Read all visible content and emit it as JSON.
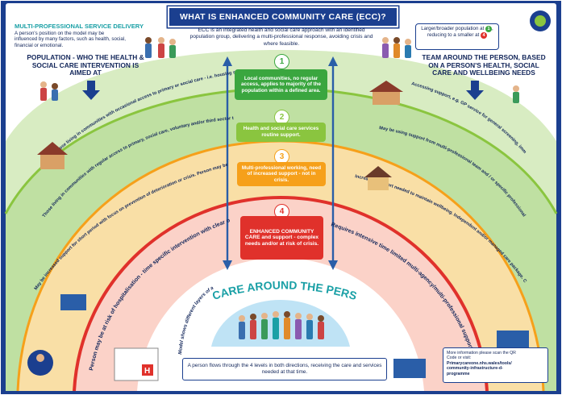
{
  "title": "WHAT IS ENHANCED COMMUNITY CARE (ECC)?",
  "intro": "ECC is an integrated health and social care approach with an identified population group, delivering a multi-professional response, avoiding crisis and where feasible.",
  "left_heading": "MULTI-PROFESSIONAL SERVICE DELIVERY",
  "left_sub": "A person's position on the model may be influenced by many factors, such as health, social, financial or emotional.",
  "population_heading": "POPULATION - WHO THE HEALTH & SOCIAL CARE INTERVENTION IS AIMED AT",
  "team_heading": "TEAM AROUND THE PERSON, BASED ON A PERSON'S HEALTH, SOCIAL CARE AND WELLBEING NEEDS",
  "callout": {
    "pre": "Larger/broader population at",
    "n1": "1",
    "mid": ", reducing to a smaller at",
    "n4": "4"
  },
  "levels": [
    {
      "num": "1",
      "text": "Local communities, no regular access, applies to majority of the population within a defined area."
    },
    {
      "num": "2",
      "text": "Health and social care services routine support."
    },
    {
      "num": "3",
      "text": "Multi-professional working, need of increased support - not in crisis."
    },
    {
      "num": "4",
      "text": "ENHANCED COMMUNITY CARE and support - complex needs and/or at risk of crisis."
    }
  ],
  "band_left": [
    "Those living in communities with occasional access to primary or social care - i.e. housing support, to those with well managed health conditions e.g. asthma.",
    "Those living in communities with regular access to primary, social care, voluntary and/or third sector to help them meet their health, social and well being needs - needs not considered complex.",
    "May be increased support for short period with focus on prevention of deterioration or crisis. Person may be living at home, sheltered housing or residential care.",
    "Person may be at risk of hospitalisation - time specific intervention with clear outcome identified, with focus on what matters to the individual and people important to them."
  ],
  "band_right": [
    "Accessing support, e.g. GP service for general screening, immunisation or community resources for self referral.",
    "May be using support from multi-professional team and / or specific professional services e.g. domiciliary care, mental health and third sector partners.",
    "Increased support needed to maintain wellbeing. Independent and/or managed care package. Continuous review. May require care coordinator/support worker.",
    "Requires intensive time limited multi-agency/multi-professional support - may cross between primary, community and secondary care, using a mixture of technology and face-to-face support."
  ],
  "care_heading": "CARE AROUND THE PERSON",
  "care_sub": "Model shows different layers of a person's Primary Care Interventions 'position of need'",
  "bottom_text": "A person flows through the 4 levels in both directions, receiving the care and services needed at that time.",
  "info": {
    "line1": "More information please scan the QR Code or visit:",
    "link": "Primarycareone.nhs.wales/tools/ community-infrastructure-d-programme"
  },
  "colors": {
    "navy": "#1b3f8f",
    "teal": "#1aa0a6",
    "green": "#3aa63f",
    "lightgreen": "#8ac53f",
    "orange": "#f6a01a",
    "red": "#e0312b",
    "blue": "#2a5ea8"
  }
}
